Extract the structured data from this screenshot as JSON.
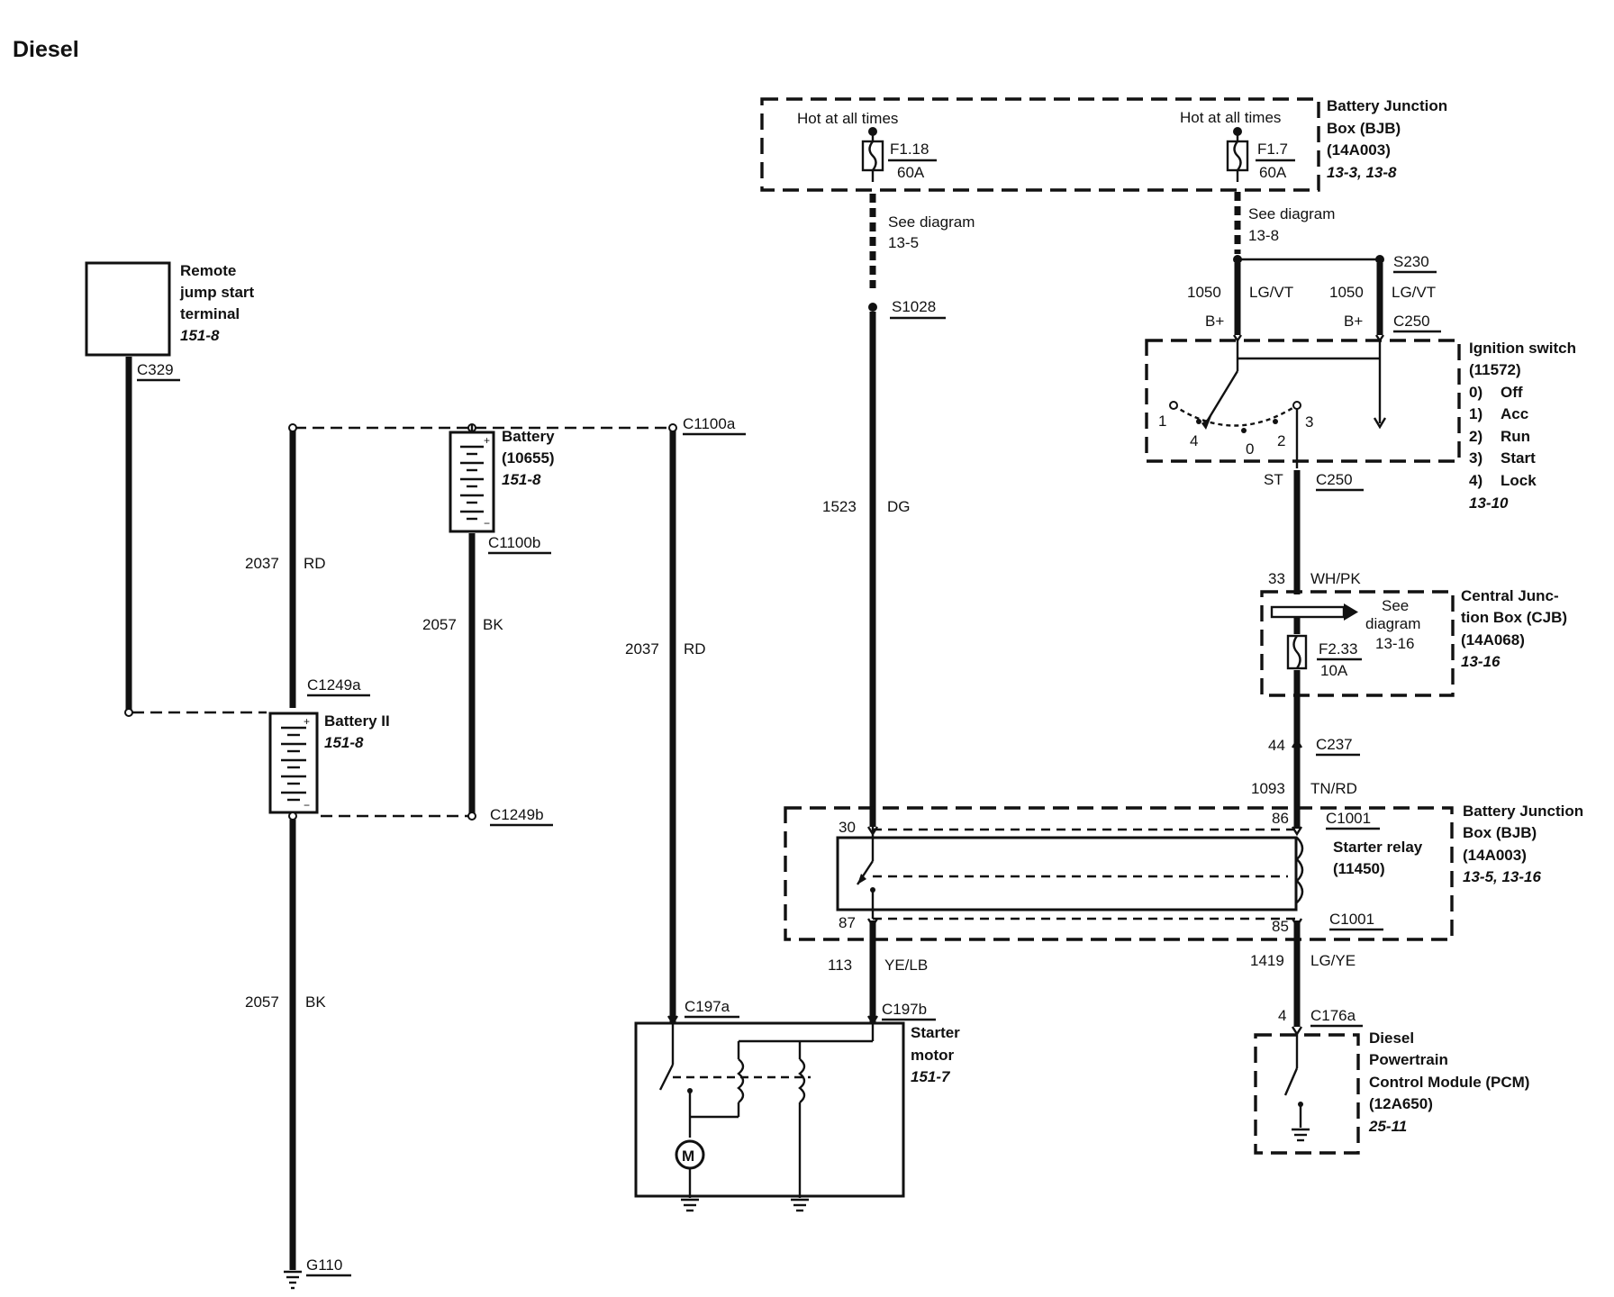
{
  "title": "Diesel",
  "remote_jump": {
    "name": [
      "Remote",
      "jump start",
      "terminal"
    ],
    "ref": "151-8",
    "connector": "C329"
  },
  "battery": {
    "name": [
      "Battery",
      "(10655)"
    ],
    "ref": "151-8",
    "conn_top": "C1100a",
    "conn_bottom": "C1100b"
  },
  "battery2": {
    "name": "Battery II",
    "ref": "151-8",
    "conn_top": "C1249a",
    "conn_bottom": "C1249b"
  },
  "ground": "G110",
  "bjb_top": {
    "name": [
      "Battery Junction",
      "Box (BJB)",
      "(14A003)"
    ],
    "ref": "13-3, 13-8",
    "hot_left": "Hot at all times",
    "fuse_left": "F1.18",
    "amp_left": "60A",
    "hot_right": "Hot at all times",
    "fuse_right": "F1.7",
    "amp_right": "60A"
  },
  "see_diagram_left": [
    "See diagram",
    "13-5"
  ],
  "see_diagram_right": [
    "See diagram",
    "13-8"
  ],
  "splice_s1028": "S1028",
  "splice_s230": "S230",
  "ignition": {
    "name": [
      "Ignition switch",
      "(11572)"
    ],
    "positions": [
      {
        "n": "0)",
        "label": "Off"
      },
      {
        "n": "1)",
        "label": "Acc"
      },
      {
        "n": "2)",
        "label": "Run"
      },
      {
        "n": "3)",
        "label": "Start"
      },
      {
        "n": "4)",
        "label": "Lock"
      }
    ],
    "ref": "13-10",
    "contacts": [
      "1",
      "4",
      "0",
      "2",
      "3"
    ],
    "bplus": "B+",
    "conn": "C250",
    "st": "ST"
  },
  "cjb": {
    "name": [
      "Central Junc-",
      "tion Box (CJB)",
      "(14A068)"
    ],
    "ref": "13-16",
    "see": [
      "See",
      "diagram",
      "13-16"
    ],
    "fuse": "F2.33",
    "amp": "10A"
  },
  "bjb_relay": {
    "name": [
      "Battery Junction",
      "Box (BJB)",
      "(14A003)"
    ],
    "ref": "13-5, 13-16",
    "relay": [
      "Starter relay",
      "(11450)"
    ],
    "pins": [
      "30",
      "87",
      "86",
      "85"
    ],
    "conn": "C1001"
  },
  "starter": {
    "name": [
      "Starter",
      "motor"
    ],
    "ref": "151-7",
    "conn_a": "C197a",
    "conn_b": "C197b",
    "motor": "M"
  },
  "pcm": {
    "name": [
      "Diesel",
      "Powertrain",
      "Control Module (PCM)",
      "(12A650)"
    ],
    "ref": "25-11",
    "conn": "C176a",
    "pin": "4"
  },
  "connectors": {
    "c237": "C237",
    "pin33": "33",
    "pin44": "44"
  },
  "wires": {
    "w2037a": {
      "num": "2037",
      "color": "RD"
    },
    "w2057a": {
      "num": "2057",
      "color": "BK"
    },
    "w2037b": {
      "num": "2037",
      "color": "RD"
    },
    "w2057b": {
      "num": "2057",
      "color": "BK"
    },
    "w1523": {
      "num": "1523",
      "color": "DG"
    },
    "w1050a": {
      "num": "1050",
      "color": "LG/VT"
    },
    "w1050b": {
      "num": "1050",
      "color": "LG/VT"
    },
    "w33": {
      "color": "WH/PK"
    },
    "w1093": {
      "num": "1093",
      "color": "TN/RD"
    },
    "w113": {
      "num": "113",
      "color": "YE/LB"
    },
    "w1419": {
      "num": "1419",
      "color": "LG/YE"
    }
  }
}
